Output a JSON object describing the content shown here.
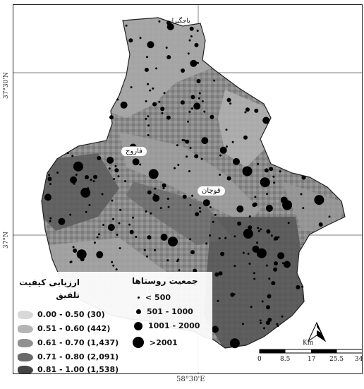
{
  "map": {
    "coords": {
      "left_top": "37°30'N",
      "left_mid": "37°N",
      "bottom": "58°30'E"
    },
    "places": [
      {
        "name": "باجگیران"
      },
      {
        "name": "فاروج"
      },
      {
        "name": "قوچان"
      }
    ],
    "legend_population": {
      "title": "جمعیت روستاها",
      "items": [
        "< 500",
        "501 - 1000",
        "1001 - 2000",
        ">2001"
      ]
    },
    "legend_quality": {
      "title_line1": "ارزیابی کیفیت",
      "title_line2": "تلفیق",
      "items": [
        {
          "label": "0.00 - 0.50 (30)",
          "color": "#d8d8d8"
        },
        {
          "label": "0.51 - 0.60 (442)",
          "color": "#b4b4b4"
        },
        {
          "label": "0.61 - 0.70 (1,437)",
          "color": "#909090"
        },
        {
          "label": "0.71 - 0.80 (2,091)",
          "color": "#6a6a6a"
        },
        {
          "label": "0.81 - 1.00 (1,538)",
          "color": "#444444"
        }
      ]
    },
    "scale": {
      "unit": "Km",
      "ticks": [
        "0",
        "8.5",
        "17",
        "25.5",
        "34"
      ]
    }
  }
}
